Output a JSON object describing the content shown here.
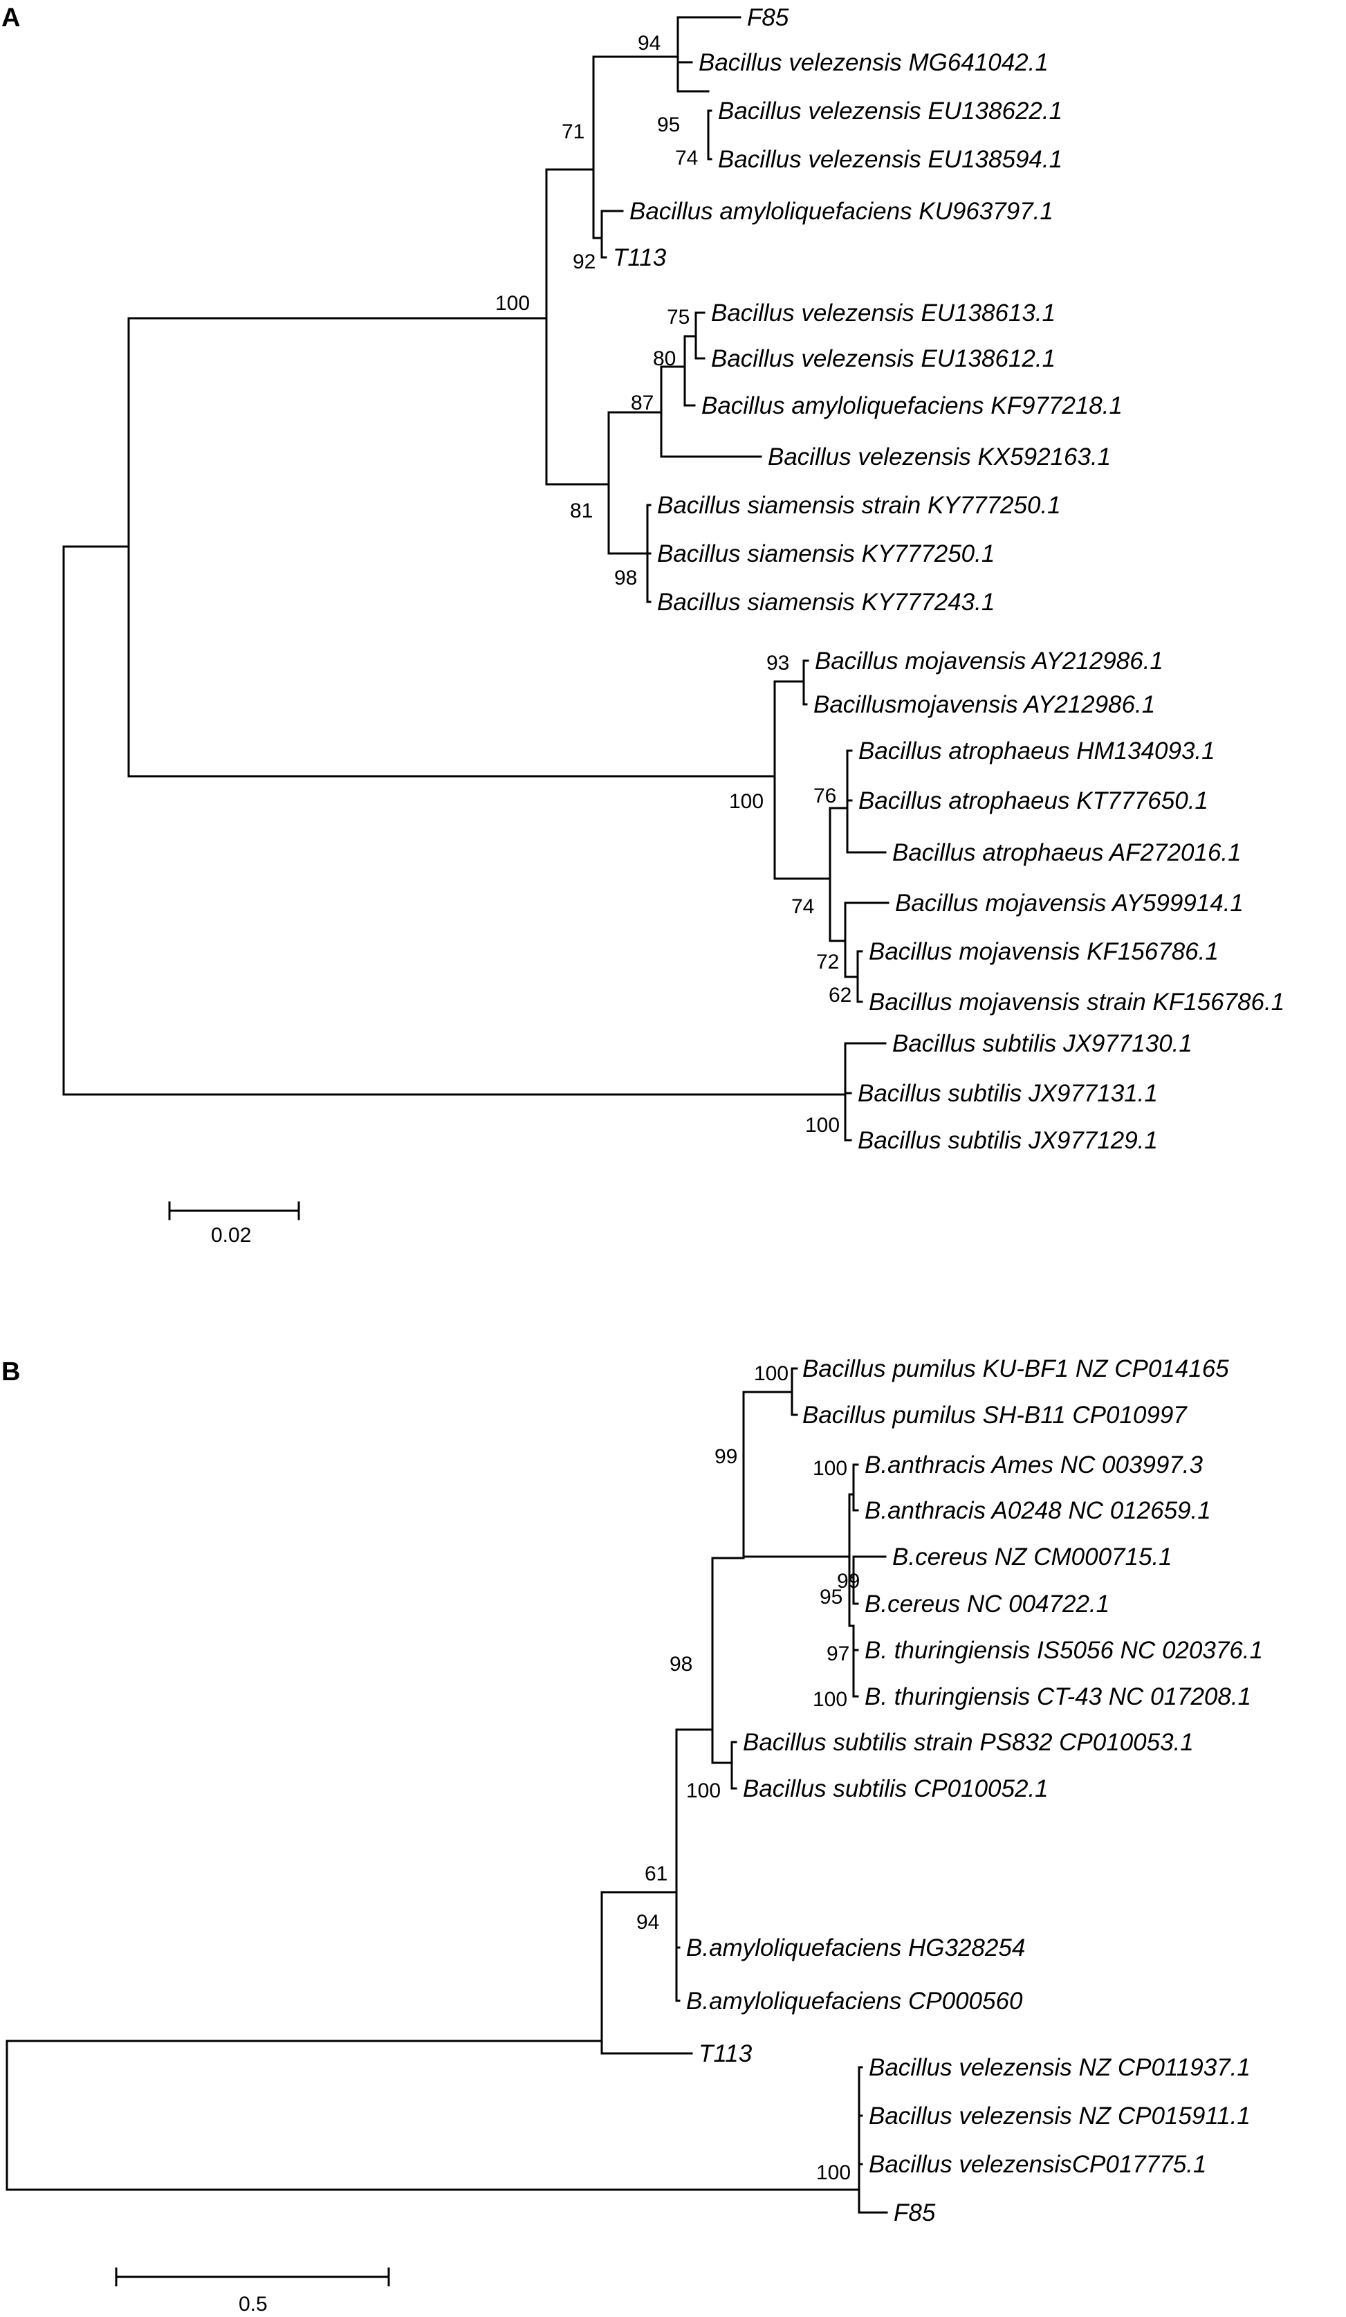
{
  "panels": [
    {
      "label": "A",
      "scale_label": "0.02",
      "tree": {
        "children": [
          {
            "support": "100",
            "children": [
              {
                "support": "71",
                "children": [
                  {
                    "support": "94",
                    "children": [
                      {
                        "name": "F85"
                      },
                      {
                        "name": "Bacillus velezensis MG641042.1"
                      },
                      {
                        "support": "95",
                        "children": [
                          {
                            "name": "Bacillus velezensis EU138622.1"
                          },
                          {
                            "name": "Bacillus velezensis EU138594.1"
                          }
                        ],
                        "support2": "74"
                      }
                    ]
                  },
                  {
                    "support": "92",
                    "children": [
                      {
                        "name": "Bacillus amyloliquefaciens KU963797.1"
                      },
                      {
                        "name": "T113"
                      }
                    ]
                  }
                ]
              },
              {
                "support": "81",
                "children": [
                  {
                    "support": "87",
                    "children": [
                      {
                        "support": "80",
                        "children": [
                          {
                            "support": "75",
                            "children": [
                              {
                                "name": "Bacillus velezensis EU138613.1"
                              },
                              {
                                "name": "Bacillus velezensis EU138612.1"
                              }
                            ]
                          },
                          {
                            "name": "Bacillus amyloliquefaciens KF977218.1"
                          }
                        ]
                      },
                      {
                        "name": "Bacillus velezensis KX592163.1"
                      }
                    ]
                  },
                  {
                    "support": "98",
                    "children": [
                      {
                        "name": "Bacillus siamensis strain KY777250.1"
                      },
                      {
                        "name": "Bacillus siamensis KY777250.1"
                      },
                      {
                        "name": "Bacillus siamensis KY777243.1"
                      }
                    ]
                  }
                ]
              }
            ]
          },
          {
            "support": "100",
            "children": [
              {
                "support": "93",
                "children": [
                  {
                    "name": "Bacillus mojavensis AY212986.1"
                  },
                  {
                    "name": "Bacillusmojavensis AY212986.1"
                  }
                ]
              },
              {
                "support": "74",
                "children": [
                  {
                    "support": "76",
                    "children": [
                      {
                        "name": "Bacillus atrophaeus HM134093.1"
                      },
                      {
                        "name": "Bacillus atrophaeus KT777650.1"
                      },
                      {
                        "name": "Bacillus atrophaeus AF272016.1"
                      }
                    ]
                  },
                  {
                    "support": "72",
                    "children": [
                      {
                        "name": "Bacillus mojavensis AY599914.1"
                      },
                      {
                        "support": "62",
                        "children": [
                          {
                            "name": "Bacillus mojavensis KF156786.1"
                          },
                          {
                            "name": "Bacillus mojavensis strain KF156786.1"
                          }
                        ]
                      }
                    ]
                  }
                ]
              }
            ]
          },
          {
            "support": "100",
            "children": [
              {
                "name": "Bacillus subtilis JX977130.1"
              },
              {
                "name": "Bacillus subtilis JX977131.1"
              },
              {
                "name": "Bacillus subtilis JX977129.1"
              }
            ]
          }
        ]
      }
    },
    {
      "label": "B",
      "scale_label": "0.5",
      "tree": {
        "children": [
          {
            "children": [
              {
                "support": "94",
                "children": [
                  {
                    "support": "61",
                    "children": [
                      {
                        "support": "98",
                        "children": [
                          {
                            "support": "99",
                            "children": [
                              {
                                "support": "100",
                                "children": [
                                  {
                                    "name": "Bacillus pumilus KU-BF1 NZ CP014165"
                                  },
                                  {
                                    "name": "Bacillus pumilus SH-B11 CP010997"
                                  }
                                ]
                              },
                              {
                                "support": "99",
                                "children": [
                                  {
                                    "support": "100",
                                    "children": [
                                      {
                                        "name": "B.anthracis Ames NC 003997.3"
                                      },
                                      {
                                        "name": "B.anthracis A0248 NC 012659.1"
                                      }
                                    ]
                                  },
                                  {
                                    "support": "95",
                                    "children": [
                                      {
                                        "name": "B.cereus NZ CM000715.1"
                                      },
                                      {
                                        "name": "B.cereus NC 004722.1"
                                      }
                                    ]
                                  },
                                  {
                                    "support": "97",
                                    "children": [
                                      {
                                        "name": "B. thuringiensis IS5056 NC 020376.1"
                                      },
                                      {
                                        "name": "B. thuringiensis CT-43 NC 017208.1"
                                      }
                                    ],
                                    "support2": "100"
                                  }
                                ]
                              }
                            ]
                          },
                          {
                            "support": "100",
                            "children": [
                              {
                                "name": "Bacillus subtilis strain PS832 CP010053.1"
                              },
                              {
                                "name": "Bacillus subtilis CP010052.1"
                              }
                            ]
                          }
                        ]
                      },
                      {
                        "name": "B.amyloliquefaciens HG328254"
                      },
                      {
                        "name": "B.amyloliquefaciens CP000560"
                      }
                    ]
                  },
                  {
                    "name": "T113"
                  }
                ]
              }
            ]
          },
          {
            "support": "100",
            "children": [
              {
                "name": "Bacillus velezensis NZ CP011937.1"
              },
              {
                "name": "Bacillus velezensis NZ CP015911.1"
              },
              {
                "name": "Bacillus velezensisCP017775.1"
              },
              {
                "name": "F85"
              }
            ]
          }
        ]
      }
    }
  ]
}
